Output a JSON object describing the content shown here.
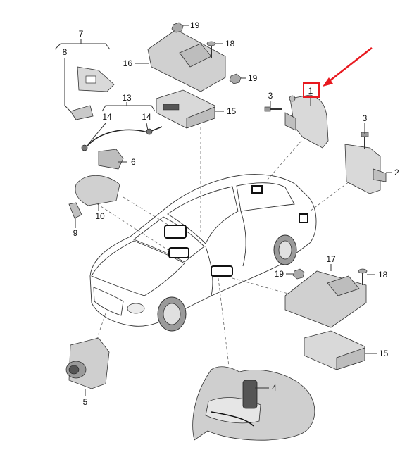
{
  "diagram": {
    "callouts": {
      "c1": "1",
      "c2": "2",
      "c3a": "3",
      "c3b": "3",
      "c4": "4",
      "c5": "5",
      "c6": "6",
      "c7": "7",
      "c8": "8",
      "c9": "9",
      "c10": "10",
      "c13": "13",
      "c14a": "14",
      "c14b": "14",
      "c15a": "15",
      "c15b": "15",
      "c16": "16",
      "c17": "17",
      "c18a": "18",
      "c18b": "18",
      "c19a": "19",
      "c19b": "19",
      "c19c": "19"
    },
    "highlighted_callout": "1",
    "colors": {
      "highlight": "#e8191f",
      "part_fill": "#d9d9d9",
      "part_shade": "#a9a9a9",
      "car_fill": "#d4d4d4",
      "glass": "#a8a8a8",
      "line": "#333333"
    }
  }
}
